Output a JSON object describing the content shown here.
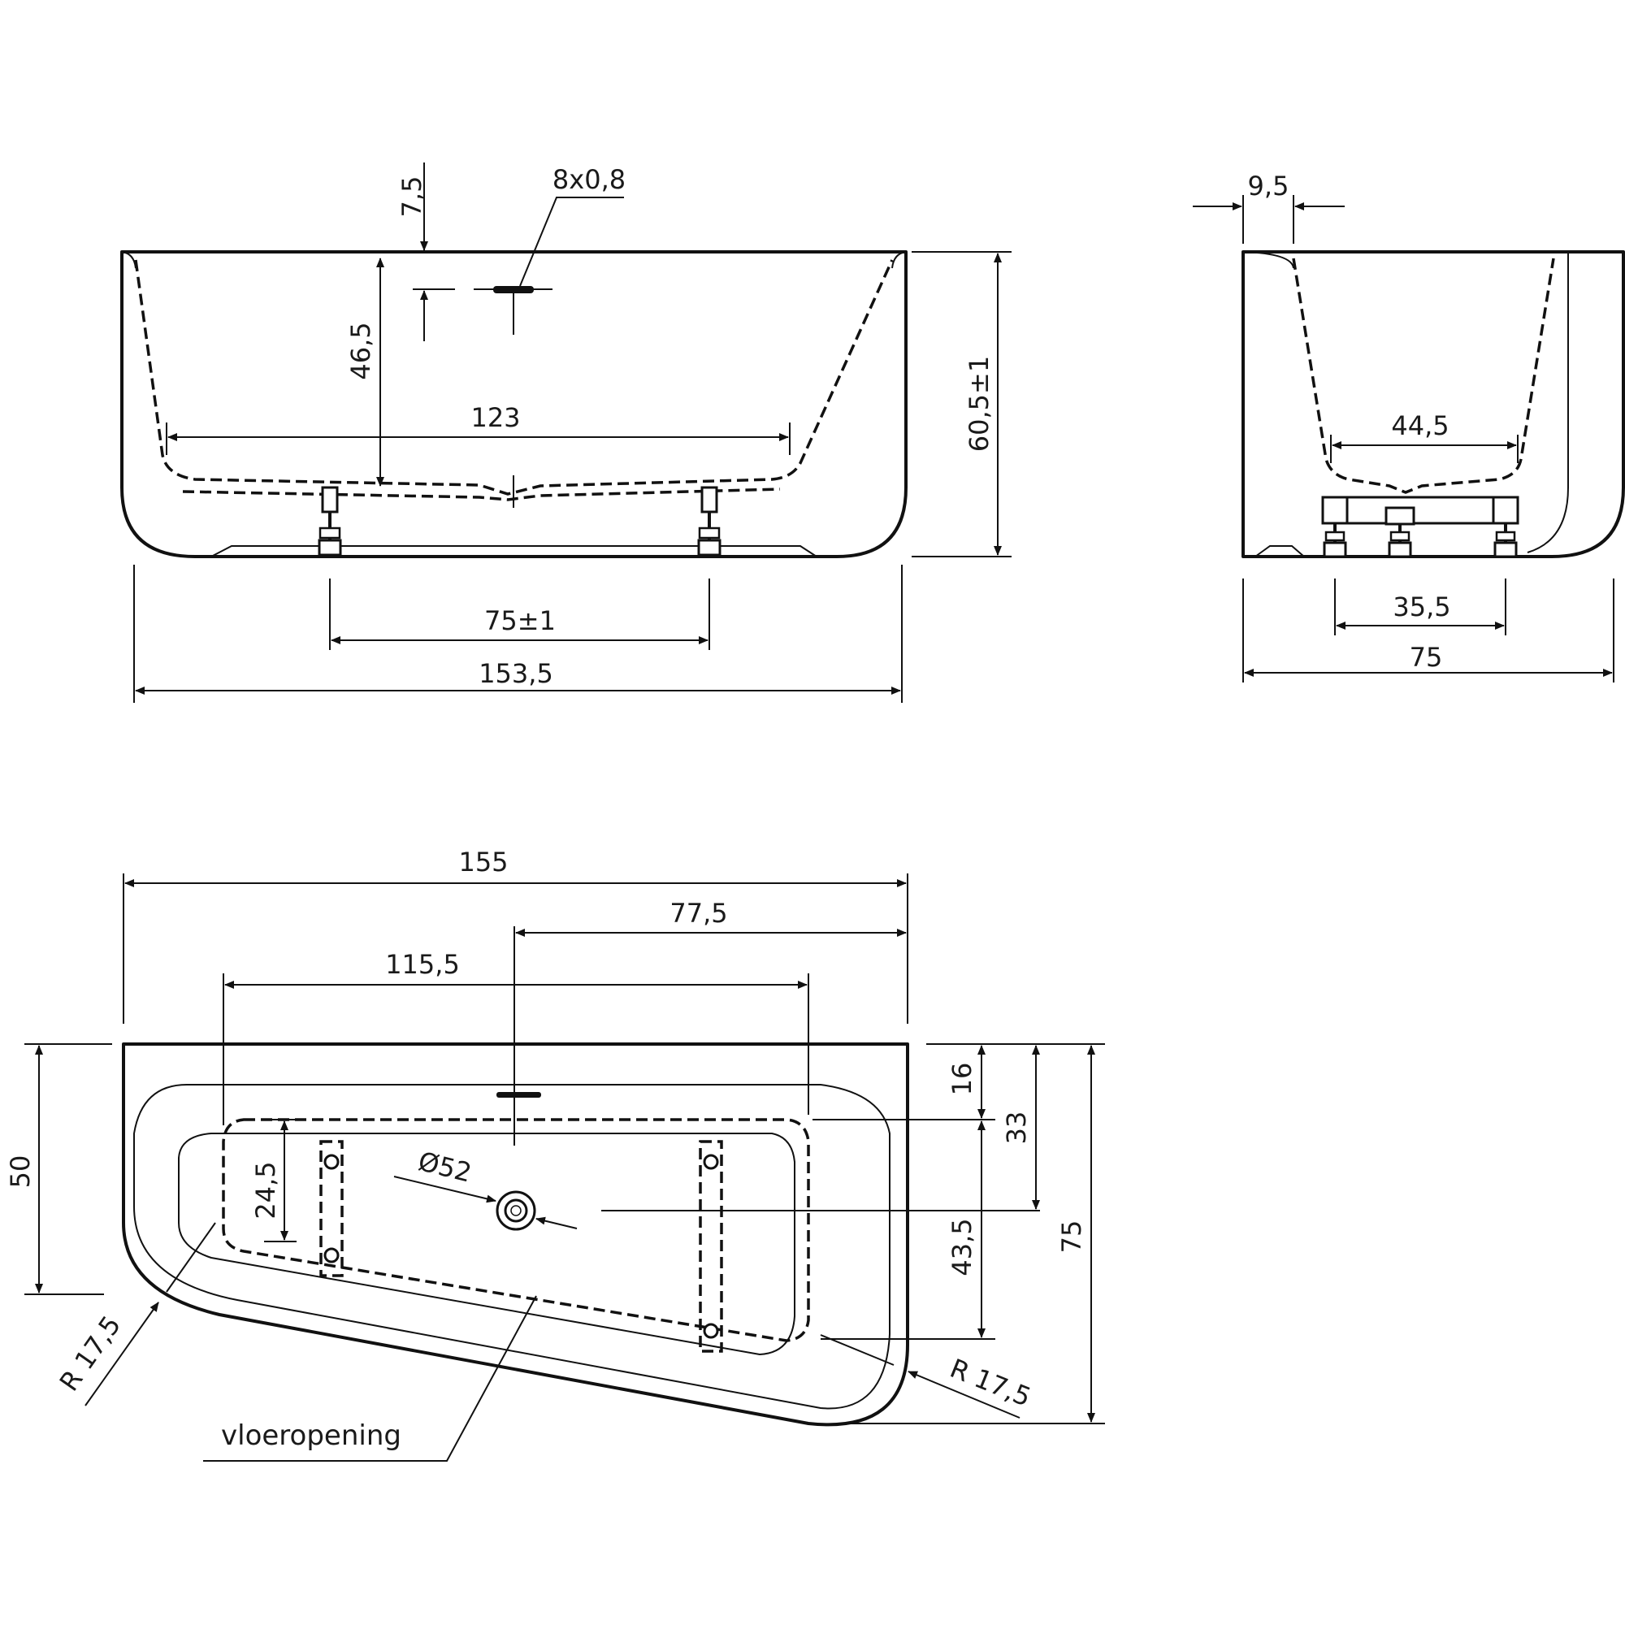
{
  "front_view": {
    "overflow_offset": "7,5",
    "overflow_size": "8x0,8",
    "inner_depth": "46,5",
    "inner_length": "123",
    "height": "60,5±1",
    "feet_spacing": "75±1",
    "length": "153,5"
  },
  "side_view": {
    "rim_width": "9,5",
    "inner_width": "44,5",
    "feet_spacing": "35,5",
    "width": "75"
  },
  "top_view": {
    "total_length": "155",
    "drain_offset_x": "77,5",
    "floor_opening_length": "115,5",
    "floor_opening_offset_y": "16",
    "drain_offset_y": "33",
    "short_side_width": "50",
    "total_width": "75",
    "floor_opening_width": "24,5",
    "drain_to_opening_edge": "43,5",
    "drain_diameter": "Ø52",
    "radius_left": "R 17,5",
    "radius_right": "R 17,5",
    "floor_opening_label": "vloeropening"
  }
}
